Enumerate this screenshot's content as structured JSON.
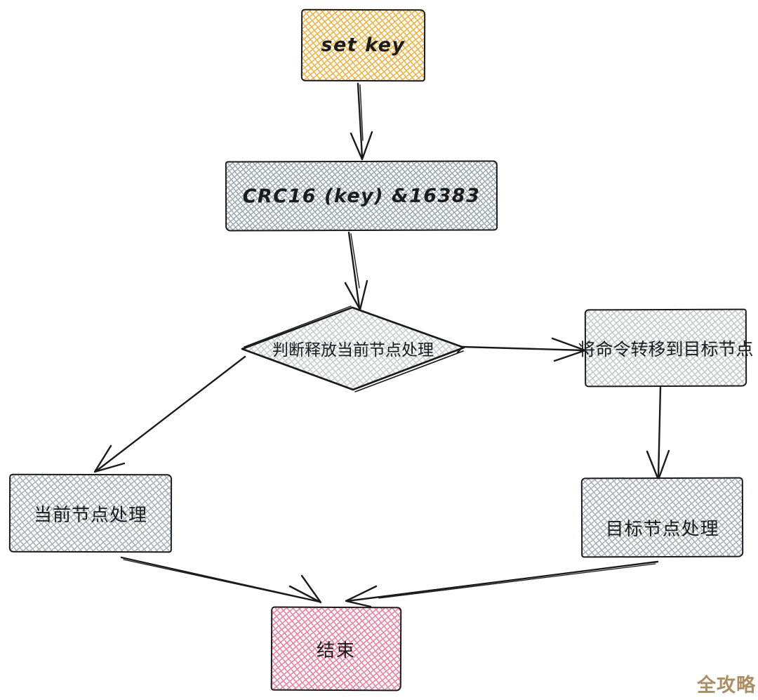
{
  "diagram": {
    "type": "flowchart",
    "style": "hand-drawn-sketch",
    "stroke_color": "#1b1b1b",
    "background_color": "#ffffff",
    "nodes": {
      "start": {
        "label": "set key",
        "shape": "rectangle",
        "fill": "#f2b13d"
      },
      "crc": {
        "label": "CRC16 (key) &16383",
        "shape": "rectangle",
        "fill": "#9fa9b2"
      },
      "decision": {
        "label": "判断释放当前节点处理",
        "shape": "diamond",
        "fill": "#c6ccd2"
      },
      "forward": {
        "label": "将命令转移到目标节点",
        "shape": "rectangle",
        "fill": "#c2c8ce"
      },
      "current": {
        "label": "当前节点处理",
        "shape": "rectangle",
        "fill": "#a7b0b9"
      },
      "target": {
        "label": "目标节点处理",
        "shape": "rectangle",
        "fill": "#a7b0b9"
      },
      "end": {
        "label": "结束",
        "shape": "rectangle",
        "fill": "#f27d9d"
      }
    },
    "edges": [
      {
        "from": "start",
        "to": "crc"
      },
      {
        "from": "crc",
        "to": "decision"
      },
      {
        "from": "decision",
        "to": "forward"
      },
      {
        "from": "decision",
        "to": "current"
      },
      {
        "from": "forward",
        "to": "target"
      },
      {
        "from": "current",
        "to": "end"
      },
      {
        "from": "target",
        "to": "end"
      }
    ],
    "watermark": {
      "text": "全攻略",
      "color": "#ab8d66"
    }
  }
}
